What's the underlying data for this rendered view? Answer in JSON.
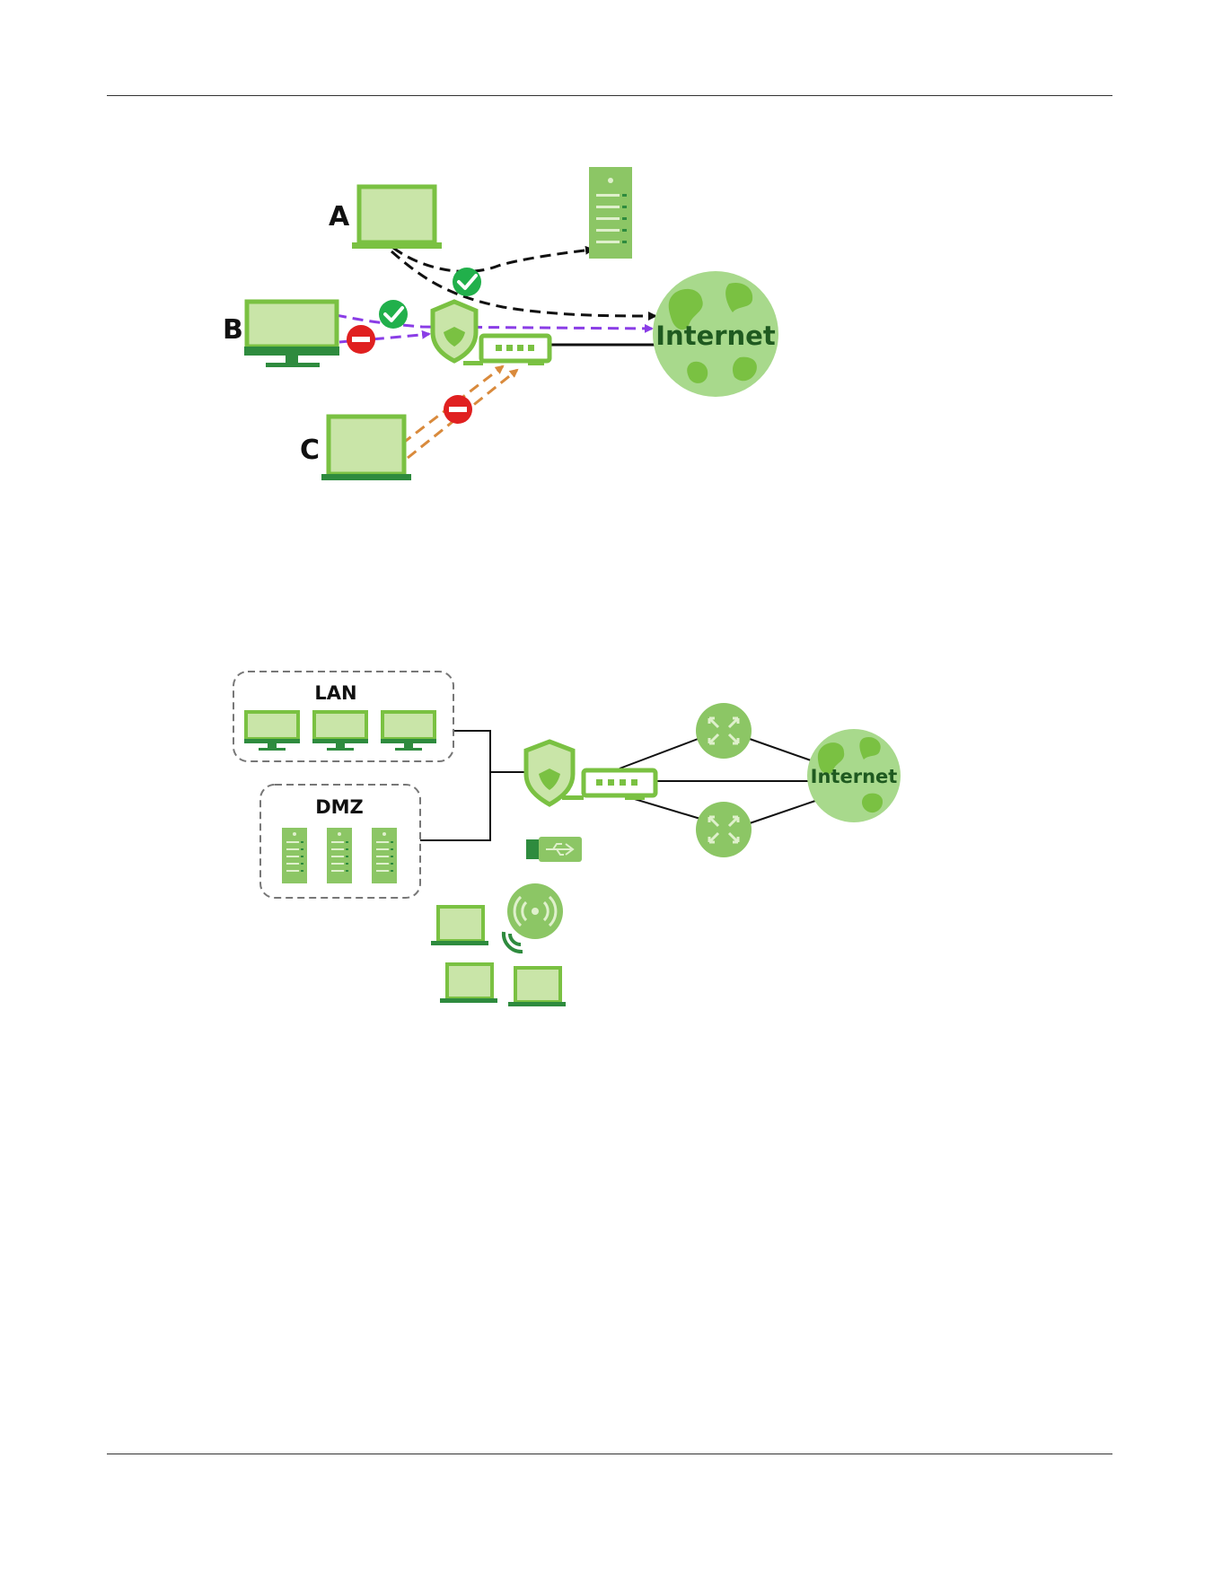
{
  "diagram1": {
    "labels": {
      "a": "A",
      "b": "B",
      "c": "C",
      "internet": "Internet"
    }
  },
  "diagram2": {
    "labels": {
      "lan": "LAN",
      "dmz": "DMZ",
      "internet": "Internet"
    }
  },
  "colors": {
    "green_light": "#c9e5a8",
    "green_mid": "#8cc665",
    "green_bright": "#7ac142",
    "green_dark": "#2e8b3e",
    "globe": "#a8d98c",
    "check": "#21b04b",
    "block": "#e02020",
    "arrow_black": "#111111",
    "arrow_purple": "#8a3de6",
    "arrow_orange": "#d98a3c"
  },
  "icons": [
    "laptop-icon",
    "monitor-icon",
    "server-icon",
    "firewall-shield-icon",
    "router-icon",
    "globe-icon",
    "check-icon",
    "block-icon",
    "switch-icon",
    "usb-stick-icon",
    "wireless-ap-icon"
  ]
}
